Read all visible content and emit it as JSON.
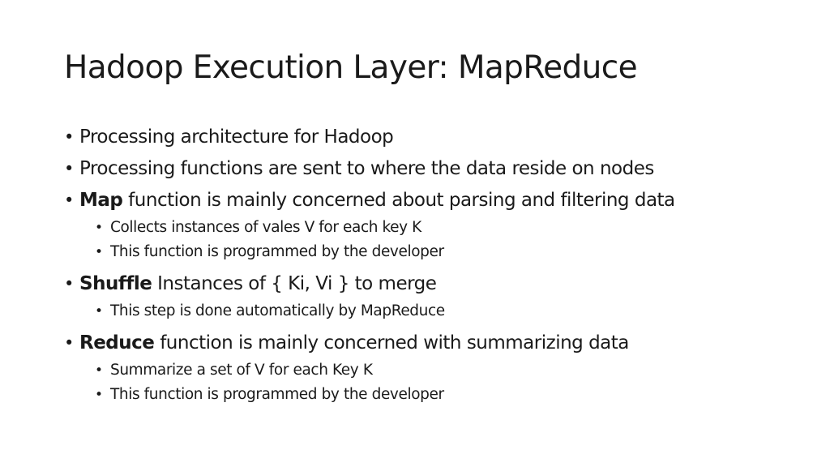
{
  "slide": {
    "title": "Hadoop Execution Layer: MapReduce",
    "bullet_char": "•",
    "bullets": [
      {
        "keyword": "",
        "text": "Processing architecture for Hadoop",
        "sub": []
      },
      {
        "keyword": "",
        "text": "Processing functions are sent to where the data reside on nodes",
        "sub": []
      },
      {
        "keyword": "Map",
        "text": " function is mainly concerned about parsing and filtering data",
        "sub": [
          "Collects instances of vales V for each key K",
          "This function is programmed by the developer"
        ]
      },
      {
        "keyword": "Shuffle",
        "text": " Instances of { Ki, Vi } to merge",
        "sub": [
          "This step is done automatically by MapReduce"
        ]
      },
      {
        "keyword": "Reduce",
        "text": " function is mainly concerned with summarizing data",
        "sub": [
          "Summarize a set of V for each Key K",
          "This function is programmed by the developer"
        ]
      }
    ]
  },
  "colors": {
    "text": "#1a1a1a",
    "background": "#ffffff"
  }
}
